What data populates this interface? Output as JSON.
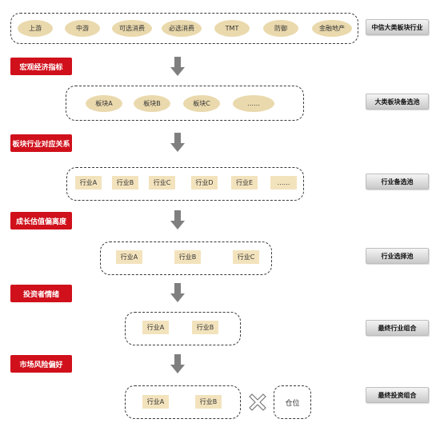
{
  "row1": {
    "items": [
      "上游",
      "中游",
      "可选消费",
      "必选消费",
      "TMT",
      "防御",
      "金融地产"
    ],
    "side_label": "中信大类板块行业"
  },
  "row2": {
    "left_label": "宏观经济指标",
    "items": [
      "板块A",
      "板块B",
      "板块C",
      "……"
    ],
    "side_label": "大类板块备选池"
  },
  "row3": {
    "left_label": "板块行业对应关系",
    "items": [
      "行业A",
      "行业B",
      "行业C",
      "行业D",
      "行业E",
      "……"
    ],
    "side_label": "行业备选池"
  },
  "row4": {
    "left_label": "成长估值偏离度",
    "items": [
      "行业A",
      "行业B",
      "行业C"
    ],
    "side_label": "行业选择池"
  },
  "row5": {
    "left_label": "投资者情绪",
    "items": [
      "行业A",
      "行业B"
    ],
    "side_label": "最终行业组合"
  },
  "row6": {
    "left_label": "市场风险偏好",
    "items": [
      "行业A",
      "行业B"
    ],
    "position_label": "仓位",
    "side_label": "最终投资组合"
  },
  "colors": {
    "red": "#d0101b",
    "oval": "#ead9ad",
    "rect": "#f3e3bd",
    "arrow": "#7f7f7f"
  }
}
